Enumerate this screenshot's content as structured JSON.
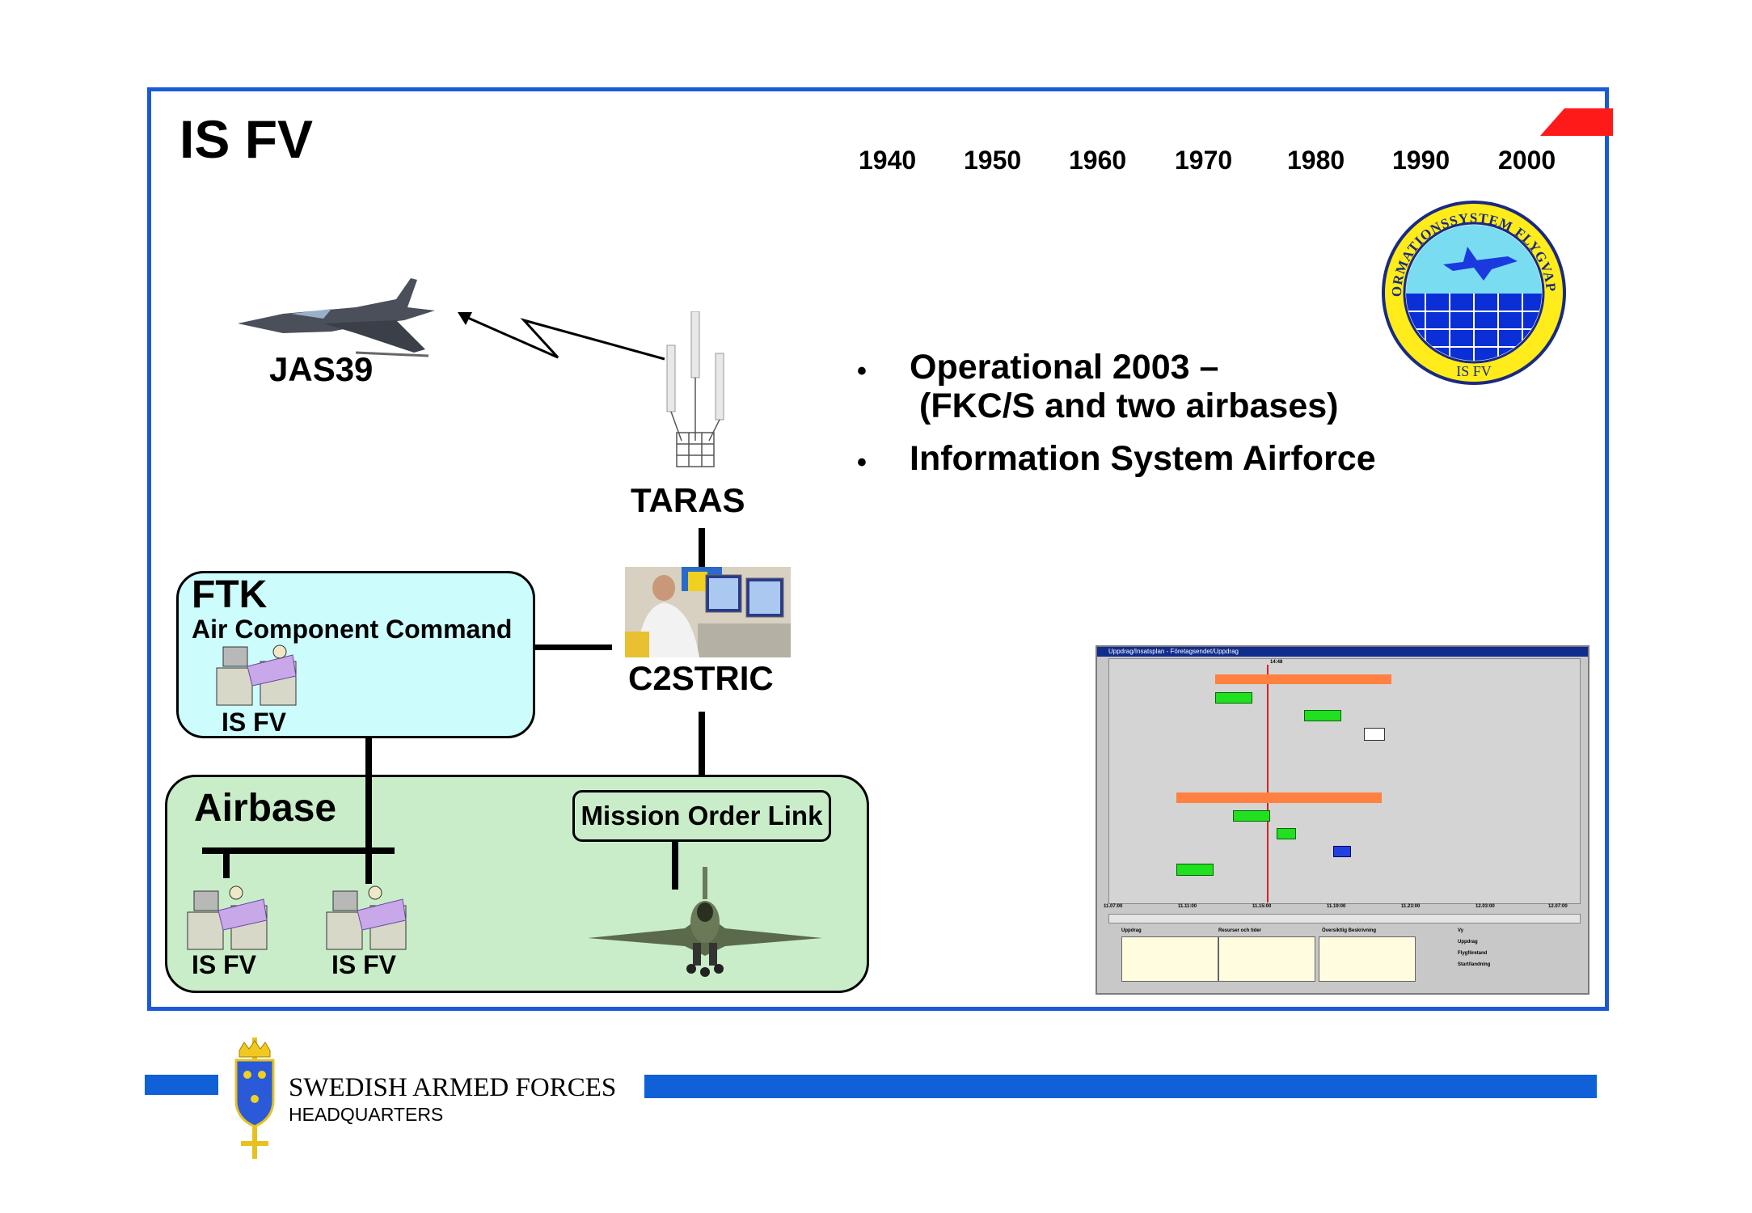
{
  "slide": {
    "title": "IS FV",
    "timeline_years": [
      "1940",
      "1950",
      "1960",
      "1970",
      "1980",
      "1990",
      "2000"
    ],
    "bullets": [
      {
        "line1": "Operational 2003 –",
        "line2": "(FKC/S and two airbases)"
      },
      {
        "line1": "Information System Airforce"
      }
    ]
  },
  "diagram": {
    "jas39_label": "JAS39",
    "taras_label": "TARAS",
    "c2stric_label": "C2STRIC",
    "ftk": {
      "title": "FTK",
      "subtitle": "Air Component Command",
      "isfv": "IS FV"
    },
    "airbase": {
      "title": "Airbase",
      "mission_order_link": "Mission Order Link",
      "isfv_1": "IS FV",
      "isfv_2": "IS FV"
    }
  },
  "emblem": {
    "top_text": "INFORMATIONSSYSTEM FLYGVAPNET",
    "bottom_text": "IS FV"
  },
  "screenshot_inset": {
    "window_title": "Uppdrag/Insatsplan - Företagsendet/Uppdrag",
    "time_marker": "14:48",
    "time_ticks": [
      "11.07:00",
      "11.11:00",
      "11.15:00",
      "11.19:00",
      "11.23:00",
      "12.03:00",
      "12.07:00"
    ],
    "panel_headers": [
      "Uppdrag",
      "Resurser och tider",
      "Översiktlig Beskrivning",
      "Vy"
    ],
    "view_options": [
      "Uppdrag",
      "Flygföretand",
      "Start/landning"
    ]
  },
  "footer": {
    "org_name": "SWEDISH ARMED FORCES",
    "org_sub": "HEADQUARTERS"
  },
  "colors": {
    "frame_blue": "#1a5ad6",
    "ftk_fill": "#ccfcfc",
    "airbase_fill": "#c9edc9",
    "flag_red": "#ff1a1a"
  }
}
